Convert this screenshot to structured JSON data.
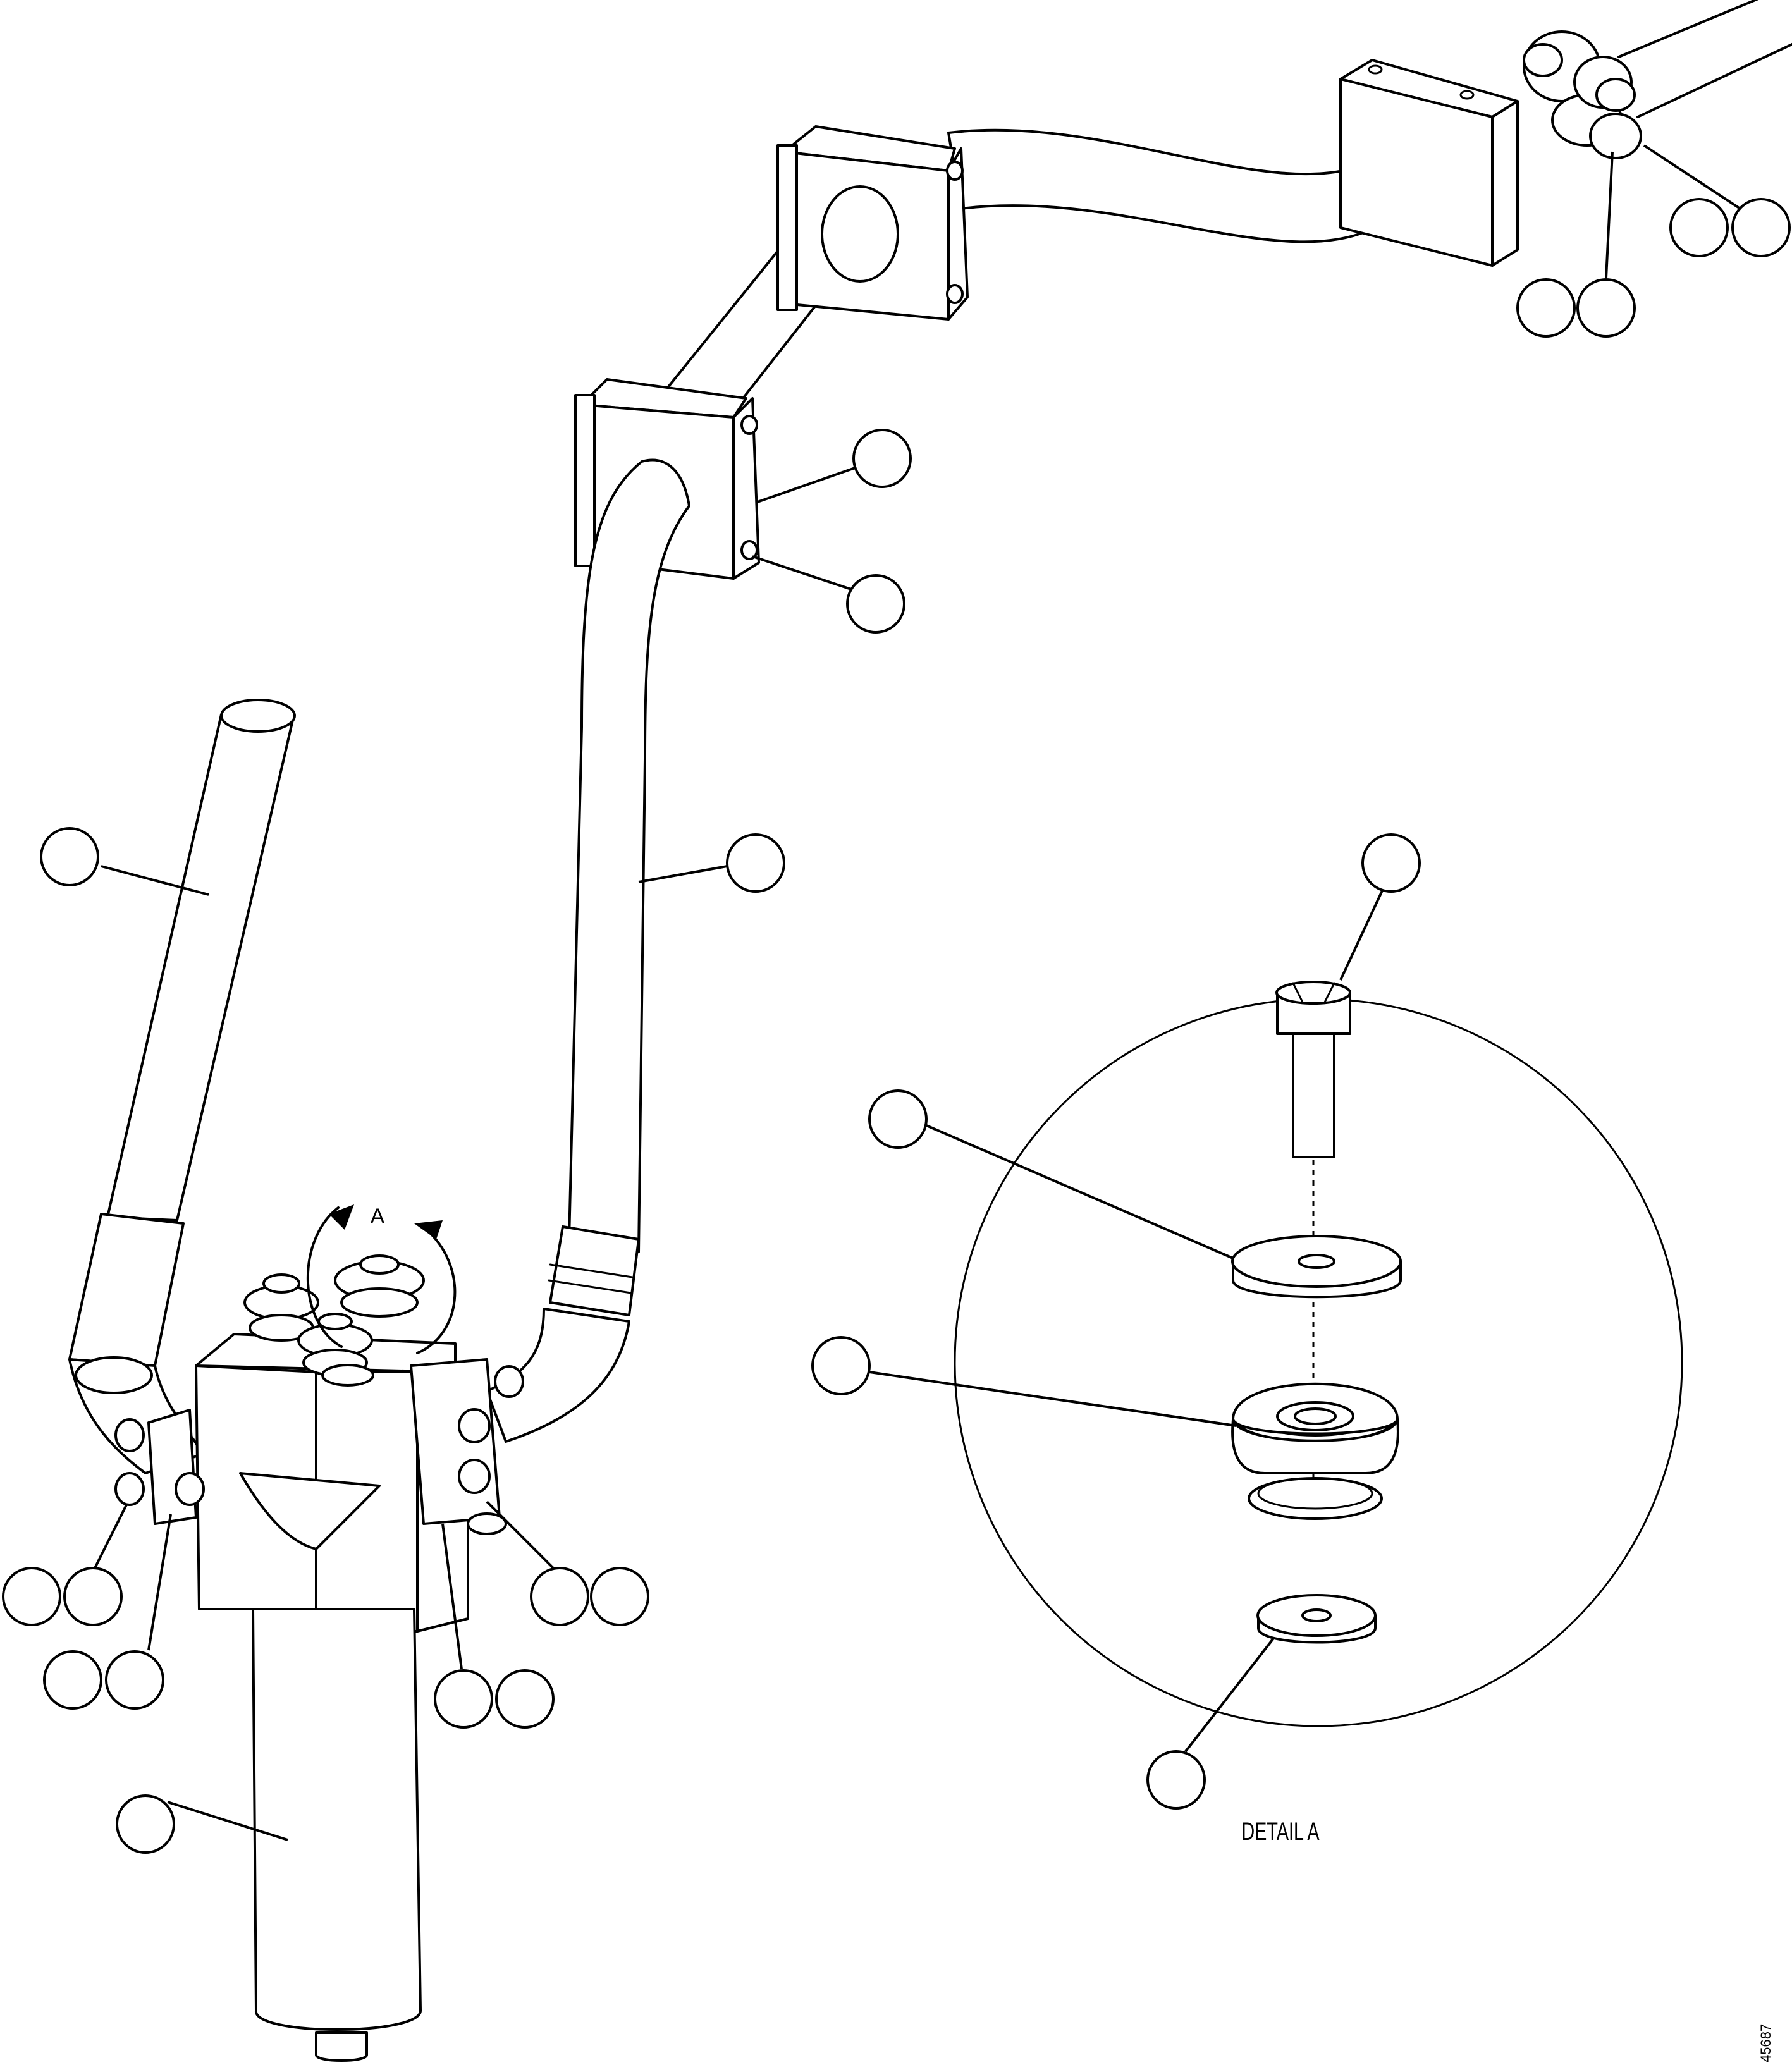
{
  "detail_ref": "A",
  "detail_title": "DETAIL A",
  "drawing_number": "45687"
}
